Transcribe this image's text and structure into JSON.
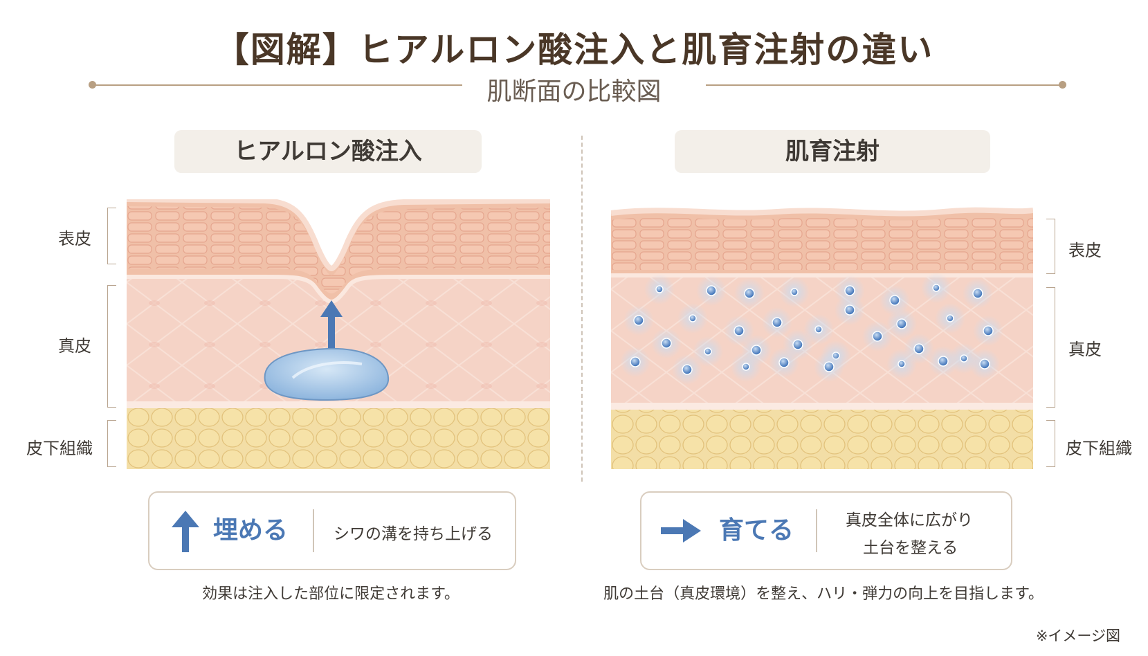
{
  "header": {
    "title": "【図解】ヒアルロン酸注入と肌育注射の違い",
    "subtitle": "肌断面の比較図"
  },
  "left_panel": {
    "title": "ヒアルロン酸注入",
    "layers": [
      "表皮",
      "真皮",
      "皮下組織"
    ],
    "card": {
      "icon": "arrow-up-icon",
      "main": "埋める",
      "desc": "シワの溝を持ち上げる"
    },
    "caption": "効果は注入した部位に限定されます。"
  },
  "right_panel": {
    "title": "肌育注射",
    "layers": [
      "表皮",
      "真皮",
      "皮下組織"
    ],
    "card": {
      "icon": "arrow-right-icon",
      "main": "育てる",
      "desc_line1": "真皮全体に広がり",
      "desc_line2": "土台を整える"
    },
    "caption": "肌の土台（真皮環境）を整え、ハリ・弾力の向上を目指します。"
  },
  "footer": {
    "note": "※イメージ図"
  },
  "colors": {
    "title": "#4a3727",
    "accent_blue": "#4b78b4",
    "epidermis": "#efbfa6",
    "dermis": "#f4d2c4",
    "fat": "#f2dca0",
    "rule": "#b89f82"
  }
}
